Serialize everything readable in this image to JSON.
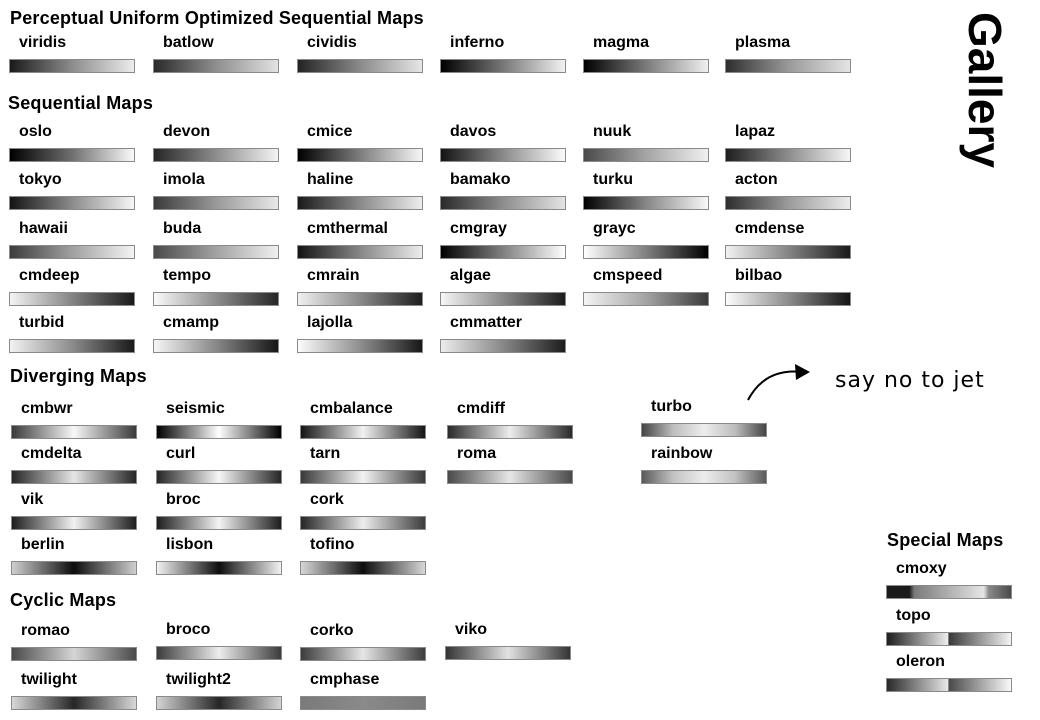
{
  "gallery_title": "Gallery",
  "jet_note": "say no to jet",
  "sections": {
    "perceptual": "Perceptual Uniform Optimized Sequential Maps",
    "sequential": "Sequential Maps",
    "diverging": "Diverging Maps",
    "cyclic": "Cyclic Maps",
    "special": "Special Maps"
  },
  "maps": {
    "viridis": "viridis",
    "batlow": "batlow",
    "cividis": "cividis",
    "inferno": "inferno",
    "magma": "magma",
    "plasma": "plasma",
    "oslo": "oslo",
    "devon": "devon",
    "cmice": "cmice",
    "davos": "davos",
    "nuuk": "nuuk",
    "lapaz": "lapaz",
    "tokyo": "tokyo",
    "imola": "imola",
    "haline": "haline",
    "bamako": "bamako",
    "turku": "turku",
    "acton": "acton",
    "hawaii": "hawaii",
    "buda": "buda",
    "cmthermal": "cmthermal",
    "cmgray": "cmgray",
    "grayc": "grayc",
    "cmdense": "cmdense",
    "cmdeep": "cmdeep",
    "tempo": "tempo",
    "cmrain": "cmrain",
    "algae": "algae",
    "cmspeed": "cmspeed",
    "bilbao": "bilbao",
    "turbid": "turbid",
    "cmamp": "cmamp",
    "lajolla": "lajolla",
    "cmmatter": "cmmatter",
    "cmbwr": "cmbwr",
    "seismic": "seismic",
    "cmbalance": "cmbalance",
    "cmdiff": "cmdiff",
    "cmdelta": "cmdelta",
    "curl": "curl",
    "tarn": "tarn",
    "roma": "roma",
    "vik": "vik",
    "broc": "broc",
    "cork": "cork",
    "berlin": "berlin",
    "lisbon": "lisbon",
    "tofino": "tofino",
    "turbo": "turbo",
    "rainbow": "rainbow",
    "romao": "romao",
    "broco": "broco",
    "corko": "corko",
    "viko": "viko",
    "twilight": "twilight",
    "twilight2": "twilight2",
    "cmphase": "cmphase",
    "cmoxy": "cmoxy",
    "topo": "topo",
    "oleron": "oleron"
  }
}
